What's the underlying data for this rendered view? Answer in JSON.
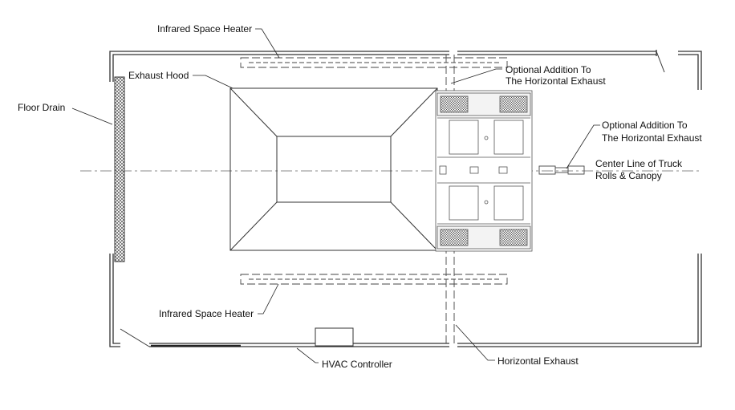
{
  "labels": {
    "heater_top": "Infrared Space Heater",
    "heater_bottom": "Infrared Space Heater",
    "exhaust_hood": "Exhaust Hood",
    "floor_drain": "Floor Drain",
    "optional_1a": "Optional Addition To",
    "optional_1b": "The Horizontal Exhaust",
    "optional_2a": "Optional Addition To",
    "optional_2b": "The Horizontal Exhaust",
    "centerline_a": "Center Line of Truck",
    "centerline_b": "Rolls & Canopy",
    "hvac": "HVAC Controller",
    "horizontal_exhaust": "Horizontal Exhaust"
  }
}
